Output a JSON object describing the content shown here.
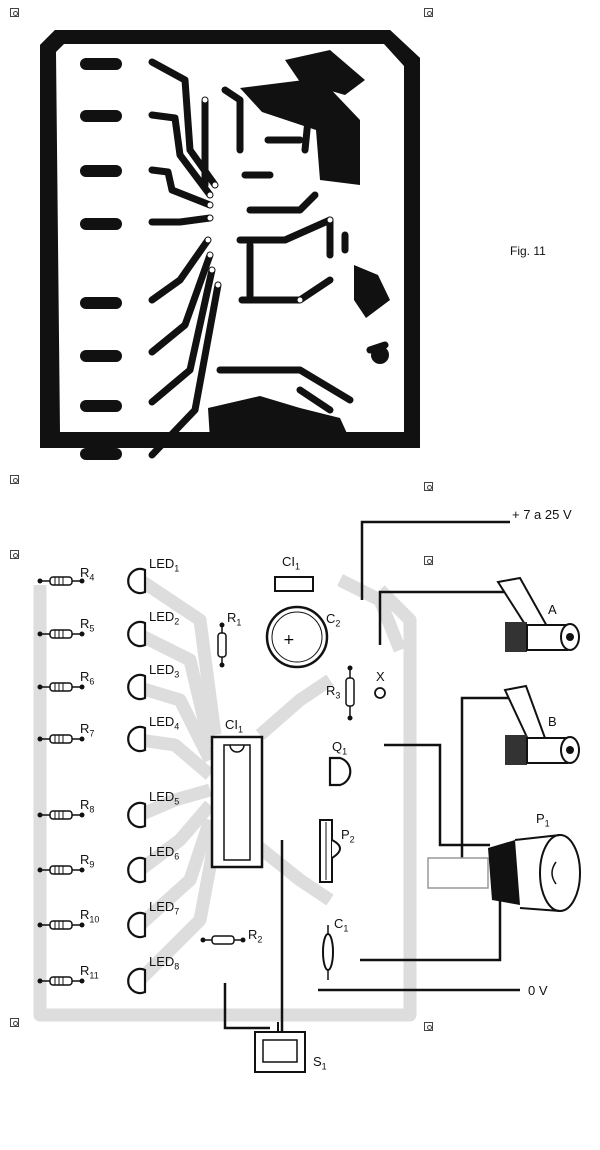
{
  "figure": {
    "caption": "Fig. 11"
  },
  "supply": {
    "positive": "+ 7 a 25 V",
    "ground": "0 V"
  },
  "components": {
    "resistors": [
      {
        "name": "R",
        "sub": "4"
      },
      {
        "name": "R",
        "sub": "5"
      },
      {
        "name": "R",
        "sub": "6"
      },
      {
        "name": "R",
        "sub": "7"
      },
      {
        "name": "R",
        "sub": "8"
      },
      {
        "name": "R",
        "sub": "9"
      },
      {
        "name": "R",
        "sub": "10"
      },
      {
        "name": "R",
        "sub": "11"
      }
    ],
    "leds": [
      {
        "name": "LED",
        "sub": "1"
      },
      {
        "name": "LED",
        "sub": "2"
      },
      {
        "name": "LED",
        "sub": "3"
      },
      {
        "name": "LED",
        "sub": "4"
      },
      {
        "name": "LED",
        "sub": "5"
      },
      {
        "name": "LED",
        "sub": "6"
      },
      {
        "name": "LED",
        "sub": "7"
      },
      {
        "name": "LED",
        "sub": "8"
      }
    ],
    "ci1_top": {
      "name": "CI",
      "sub": "1"
    },
    "ci1_chip": {
      "name": "CI",
      "sub": "1"
    },
    "r1": {
      "name": "R",
      "sub": "1"
    },
    "r2": {
      "name": "R",
      "sub": "2"
    },
    "r3": {
      "name": "R",
      "sub": "3"
    },
    "c1": {
      "name": "C",
      "sub": "1"
    },
    "c2": {
      "name": "C",
      "sub": "2"
    },
    "q1": {
      "name": "Q",
      "sub": "1"
    },
    "p1": {
      "name": "P",
      "sub": "1"
    },
    "p2": {
      "name": "P",
      "sub": "2"
    },
    "s1": {
      "name": "S",
      "sub": "1"
    },
    "x": {
      "name": "X"
    },
    "jack_a": {
      "name": "A"
    },
    "jack_b": {
      "name": "B"
    }
  }
}
